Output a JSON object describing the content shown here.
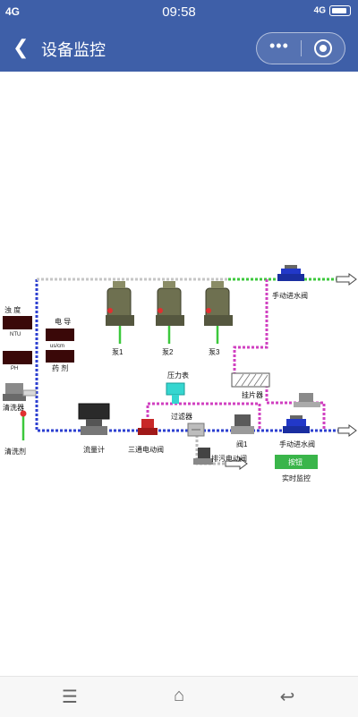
{
  "status": {
    "signal": "4G",
    "time": "09:58",
    "net_right": "4G"
  },
  "nav": {
    "back_icon": "chevron-left-icon",
    "title": "设备监控",
    "more": "•••"
  },
  "diagram": {
    "turbidity": "浊 度",
    "ntu": "NTU",
    "ph": "PH",
    "conductivity": "电 导",
    "conductivity_unit": "us/cm",
    "dosing": "药 剂",
    "pump1": "泵1",
    "pump2": "泵2",
    "pump3": "泵3",
    "manual_valve_top": "手动进水阀",
    "plate_device": "挂片器",
    "pressure_gauge": "压力表",
    "filter": "过滤器",
    "cleaner": "清洗器",
    "cleaning_agent": "清洗剂",
    "flowmeter": "流量计",
    "three_way_valve": "三通电动阀",
    "valve1": "阀1",
    "manual_valve_bottom": "手动进水阀",
    "drain_valve": "排污电动阀",
    "button": "按钮",
    "realtime": "实时监控"
  },
  "colors": {
    "header": "#3e5fa8",
    "pipe_blue": "#2c3fd0",
    "pipe_pink": "#d040c0",
    "pipe_green": "#3cc83c",
    "pipe_gray": "#bbbbbb",
    "button_green": "#3ab54a"
  }
}
